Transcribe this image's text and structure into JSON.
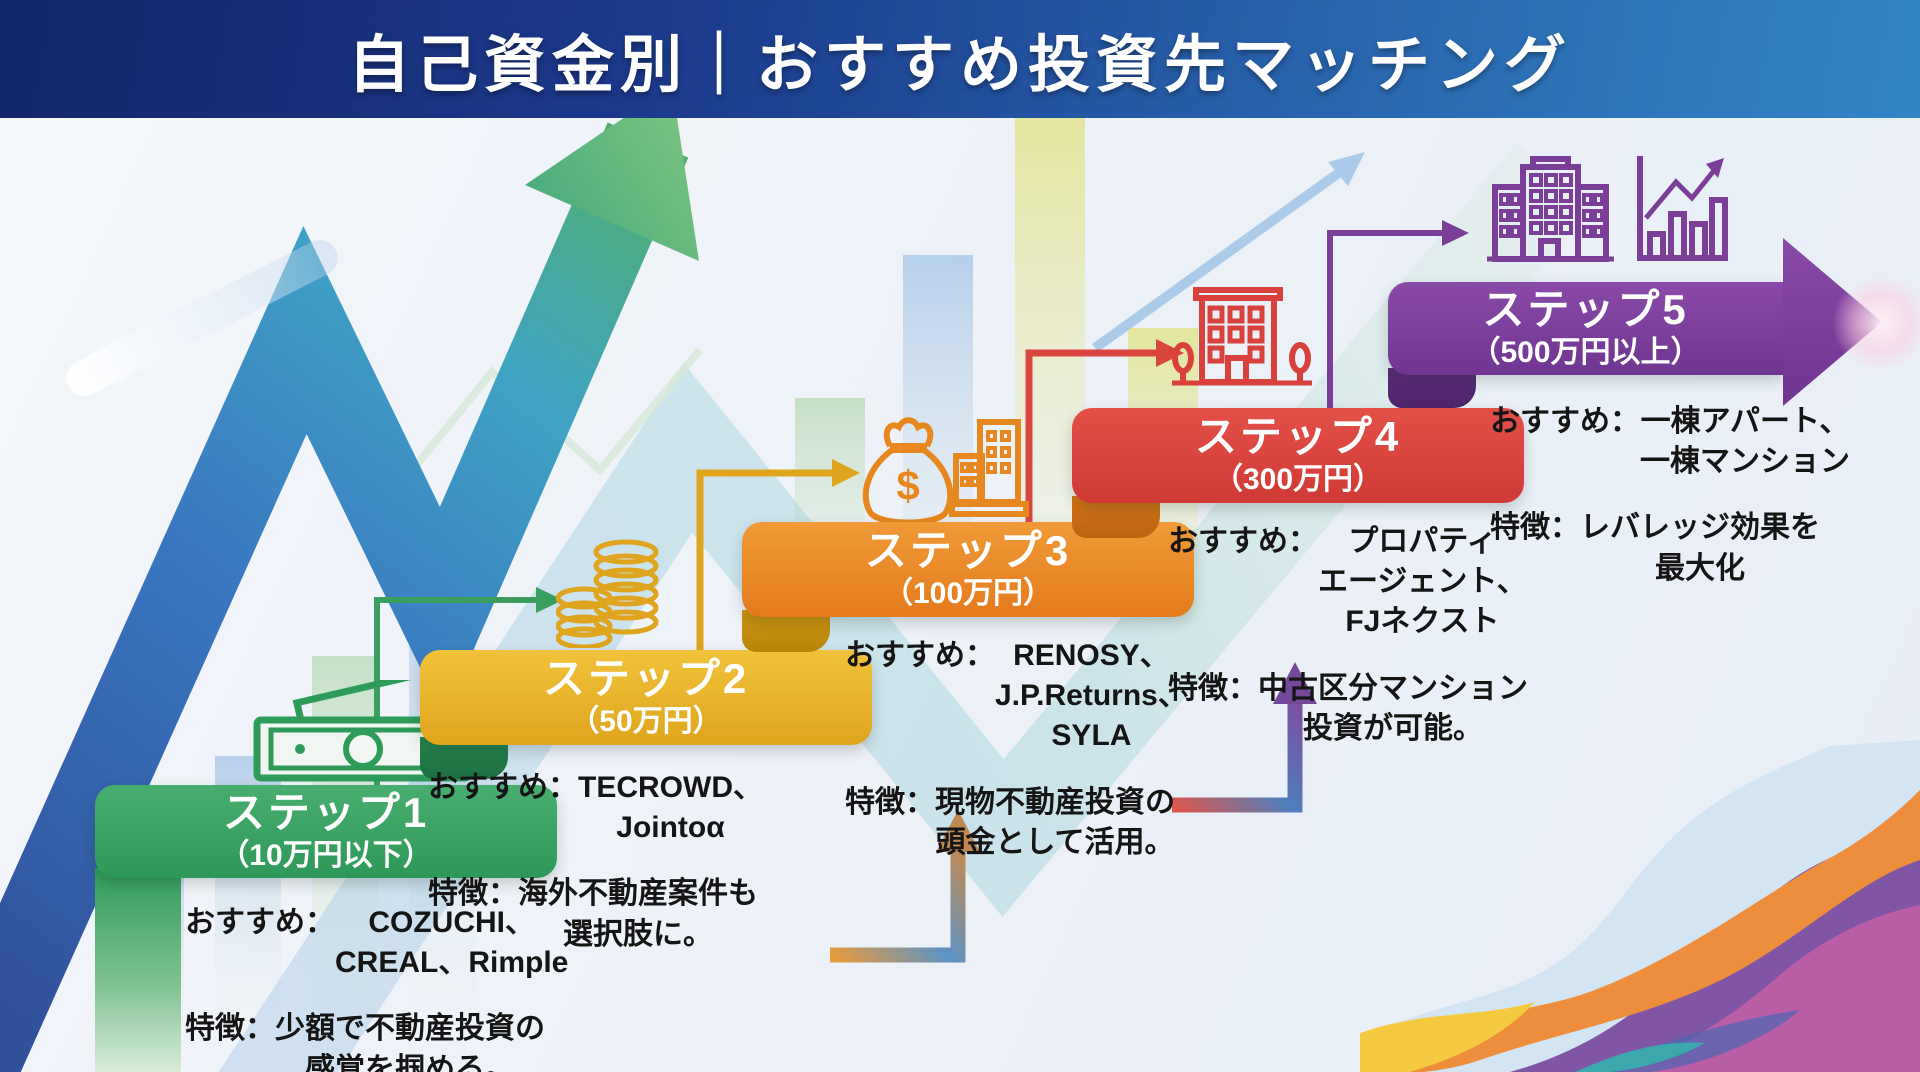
{
  "header": {
    "title": "自己資金別｜おすすめ投資先マッチング"
  },
  "steps": [
    {
      "title": "ステップ1",
      "subtitle": "（10万円以下）",
      "recommend_label": "おすすめ：",
      "recommend": "COZUCHI、\nCREAL、Rimple",
      "feature_label": "特徴：",
      "feature": "少額で不動産投資の\n感覚を掴める。",
      "color": "#2e9858",
      "icon": "banknote-icon"
    },
    {
      "title": "ステップ2",
      "subtitle": "（50万円）",
      "recommend_label": "おすすめ：",
      "recommend": "TECROWD、\nJointoα",
      "feature_label": "特徴：",
      "feature": "海外不動産案件も\n選択肢に。",
      "color": "#dfa51d",
      "icon": "coin-stack-icon"
    },
    {
      "title": "ステップ3",
      "subtitle": "（100万円）",
      "recommend_label": "おすすめ：",
      "recommend": "RENOSY、\nJ.P.Returns、\nSYLA",
      "feature_label": "特徴：",
      "feature": "現物不動産投資の\n頭金として活用。",
      "color": "#e37a1d",
      "icon": "money-bag-icon"
    },
    {
      "title": "ステップ4",
      "subtitle": "（300万円）",
      "recommend_label": "おすすめ：",
      "recommend": "プロパティ\nエージェント、\nFJネクスト",
      "feature_label": "特徴：",
      "feature": "中古区分マンション\n投資が可能。",
      "color": "#d03a36",
      "icon": "apartment-building-icon"
    },
    {
      "title": "ステップ5",
      "subtitle": "（500万円以上）",
      "recommend_label": "おすすめ：",
      "recommend": "一棟アパート、\n一棟マンション",
      "feature_label": "特徴：",
      "feature": "レバレッジ効果を\n最大化",
      "color": "#6f3590",
      "icon": "office-buildings-icon"
    }
  ],
  "decor": {
    "header_gradient": [
      "#14266b",
      "#3386c6"
    ],
    "zigzag_colors": [
      "#31519b",
      "#3a78c2",
      "#3fa3c4",
      "#58b56f"
    ],
    "wave_colors": [
      "#d2e4f2",
      "#7c4fa0",
      "#ee8e3d",
      "#c05fa5",
      "#f6ca40",
      "#3aa8ad"
    ]
  }
}
